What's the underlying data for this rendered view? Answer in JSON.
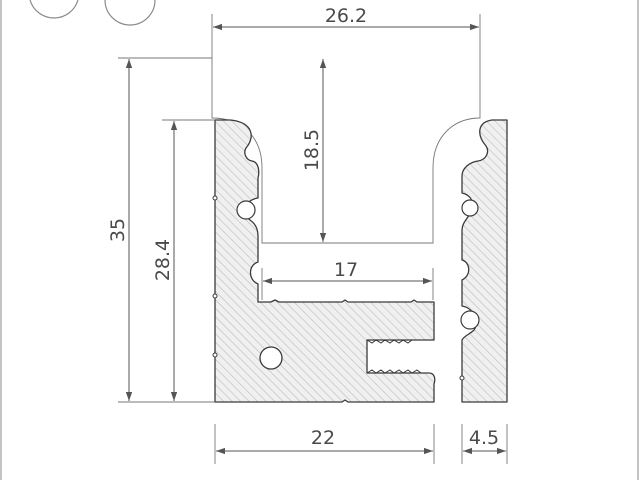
{
  "dimensions": {
    "top_width": "26.2",
    "inner_depth": "18.5",
    "total_height": "35",
    "body_height": "28.4",
    "inner_width": "17",
    "base_width": "22",
    "side_width": "4.5"
  }
}
